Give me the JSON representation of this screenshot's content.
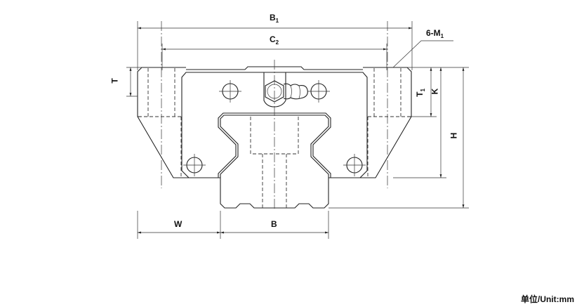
{
  "labels": {
    "b1": {
      "main": "B",
      "sub": "1"
    },
    "c2": {
      "main": "C",
      "sub": "2"
    },
    "m1": {
      "main": "6-M",
      "sub": "1"
    },
    "t": "T",
    "t1": {
      "main": "T",
      "sub": "1"
    },
    "k": "K",
    "h": "H",
    "w": "W",
    "b": "B"
  },
  "unit": "单位/Unit:mm"
}
